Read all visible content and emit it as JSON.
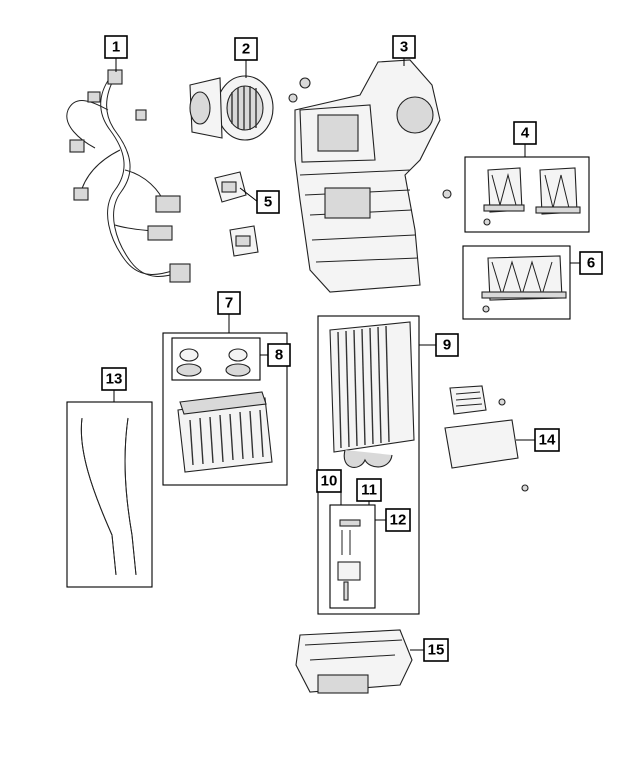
{
  "diagram": {
    "callouts": [
      {
        "key": "1",
        "label": "1"
      },
      {
        "key": "2",
        "label": "2"
      },
      {
        "key": "3",
        "label": "3"
      },
      {
        "key": "4",
        "label": "4"
      },
      {
        "key": "5",
        "label": "5"
      },
      {
        "key": "6",
        "label": "6"
      },
      {
        "key": "7",
        "label": "7"
      },
      {
        "key": "8",
        "label": "8"
      },
      {
        "key": "9",
        "label": "9"
      },
      {
        "key": "10",
        "label": "10"
      },
      {
        "key": "11",
        "label": "11"
      },
      {
        "key": "12",
        "label": "12"
      },
      {
        "key": "13",
        "label": "13"
      },
      {
        "key": "14",
        "label": "14"
      },
      {
        "key": "15",
        "label": "15"
      }
    ]
  }
}
